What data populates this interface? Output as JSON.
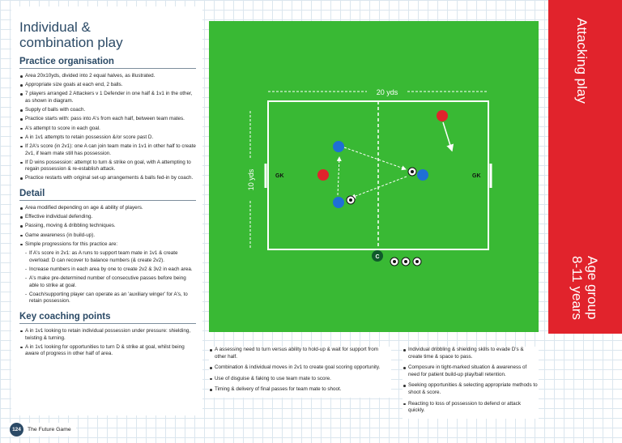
{
  "left": {
    "title_line1": "Individual &",
    "title_line2": "combination play",
    "practice_heading": "Practice organisation",
    "practice": [
      "Area 20x10yds, divided into 2 equal halves, as illustrated.",
      "Appropriate size goals at each end, 2 balls.",
      "7 players arranged 2 Attackers v 1 Defender in one half & 1v1 in the other, as shown in diagram.",
      "Supply of balls with coach.",
      "Practice starts with: pass into A's from each half, between team mates.",
      "A's attempt to score in each goal.",
      "A in 1v1 attempts to retain possession &/or score past D.",
      "If 2A's score (in 2v1): one A can join team mate in 1v1 in other half to create 2v1, if team mate still has possession.",
      "If D wins possession: attempt to turn & strike on goal, with A attempting to regain possession & re-establish attack.",
      "Practice restarts with original set-up arrangements & balls fed-in by coach."
    ],
    "detail_heading": "Detail",
    "detail": [
      "Area modified depending on age & ability of players.",
      "Effective individual defending.",
      "Passing, moving & dribbling techniques.",
      "Game awareness (in build-up).",
      "Simple progressions for this practice are:"
    ],
    "detail_sub": [
      "If A's score in 2v1: as A runs to support team mate in 1v1 & create overload: D can recover to balance numbers (& create 2v2).",
      "Increase numbers in each area by one to create 2v2 & 3v2 in each area.",
      "A's make pre-determined number of consecutive passes before being able to strike at goal.",
      "Coach/supporting player can operate as an 'auxiliary winger' for A's, to retain possession."
    ],
    "coaching_heading": "Key coaching points",
    "coaching": [
      "A in 1v1 looking to retain individual possession under pressure: shielding, twisting & turning.",
      "A in 1v1 looking for opportunities to turn D & strike at goal, whilst being aware of progress in other half of area."
    ]
  },
  "pitch": {
    "width_label": "20 yds",
    "height_label": "10 yds",
    "gk_left": "GK",
    "gk_right": "GK",
    "coach_label": "C",
    "colors": {
      "grass": "#39b934",
      "attacker": "#1f6fd6",
      "defender": "#e1232c",
      "coach": "#0f5a2a"
    }
  },
  "tab": {
    "top": "Attacking play",
    "age_line1": "Age group",
    "age_line2": "8-11 years"
  },
  "bottom": {
    "col1": [
      "A assessing need to turn versus ability to hold-up & wait for support from other half.",
      "Combination & individual moves in 2v1 to create goal scoring opportunity.",
      "Use of disguise & faking to use team mate to score.",
      "Timing & delivery of final passes for team mate to shoot."
    ],
    "col2": [
      "Individual dribbling & shielding skills to evade D's & create time & space to pass.",
      "Composure in tight-marked situation & awareness of need for patient build-up play/ball retention.",
      "Seeking opportunities & selecting appropriate methods to shoot & score.",
      "Reacting to loss of possession to defend or attack quickly."
    ]
  },
  "footer": {
    "page_number": "124",
    "text": "The Future Game"
  }
}
